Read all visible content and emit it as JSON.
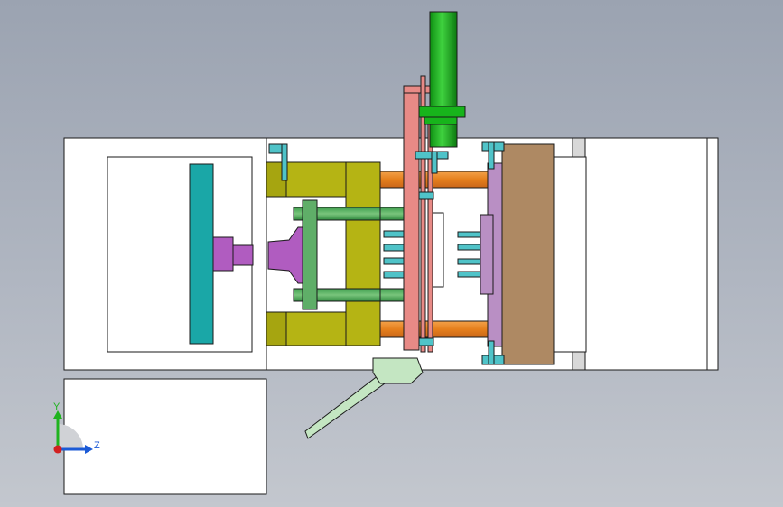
{
  "viewport": {
    "background_top": "#9ba3b1",
    "background_bottom": "#c3c7ce"
  },
  "model": {
    "type": "injection-mold assembly, side view",
    "colors": {
      "base_plate": "#ffffff",
      "outline": "#1a1a1a",
      "teal_plate": "#1aa7a7",
      "magenta_nozzle": "#b05cc0",
      "olive_block": "#b5b414",
      "green_plate": "#5fae68",
      "orange_rod": "#ea8a2a",
      "cyan_pin": "#4fc3c8",
      "pink_plate": "#e88a86",
      "lilac_plate": "#b98fc4",
      "brown_block": "#ae8963",
      "green_cylinder": "#17b41b",
      "mint_chute": "#c4e6c2"
    }
  },
  "triad": {
    "icon": "coordinate-triad-icon",
    "y_label": "Y",
    "z_label": "Z",
    "y_color": "#1fb31f",
    "z_color": "#1b5ad6",
    "origin_color": "#d22020"
  }
}
